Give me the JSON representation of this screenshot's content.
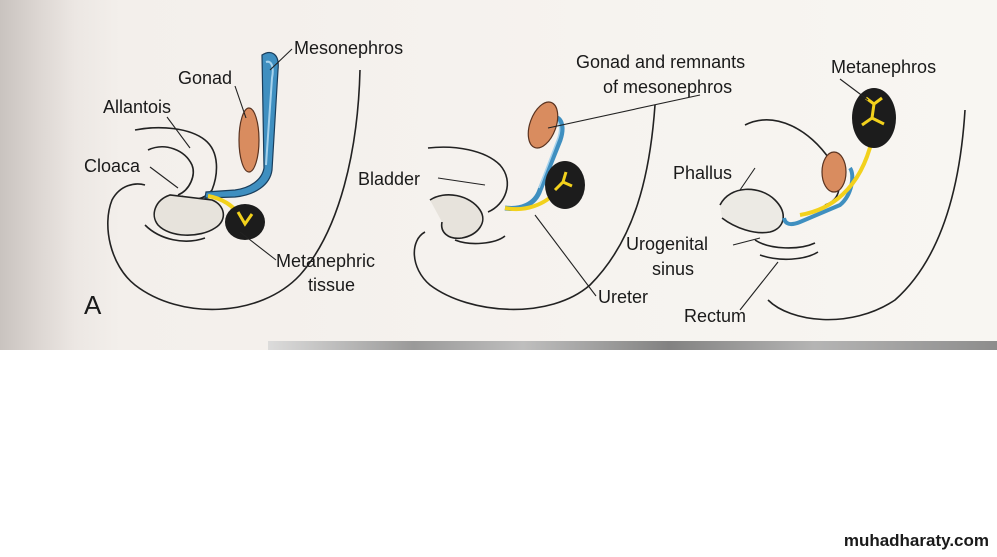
{
  "figure": {
    "panel_letter": "A",
    "labels": {
      "mesonephros": "Mesonephros",
      "gonad": "Gonad",
      "allantois": "Allantois",
      "cloaca": "Cloaca",
      "metanephric_tissue_1": "Metanephric",
      "metanephric_tissue_2": "tissue",
      "gonad_remnants_1": "Gonad and remnants",
      "gonad_remnants_2": "of mesonephros",
      "bladder": "Bladder",
      "ureter": "Ureter",
      "metanephros": "Metanephros",
      "phallus": "Phallus",
      "urogenital_sinus_1": "Urogenital",
      "urogenital_sinus_2": "sinus",
      "rectum": "Rectum"
    },
    "colors": {
      "mesonephros": "#3f8fc0",
      "gonad": "#d98c5f",
      "ureter": "#f2d11c",
      "metanephros": "#1c1c1c"
    }
  },
  "watermark": "muhadharaty.com"
}
